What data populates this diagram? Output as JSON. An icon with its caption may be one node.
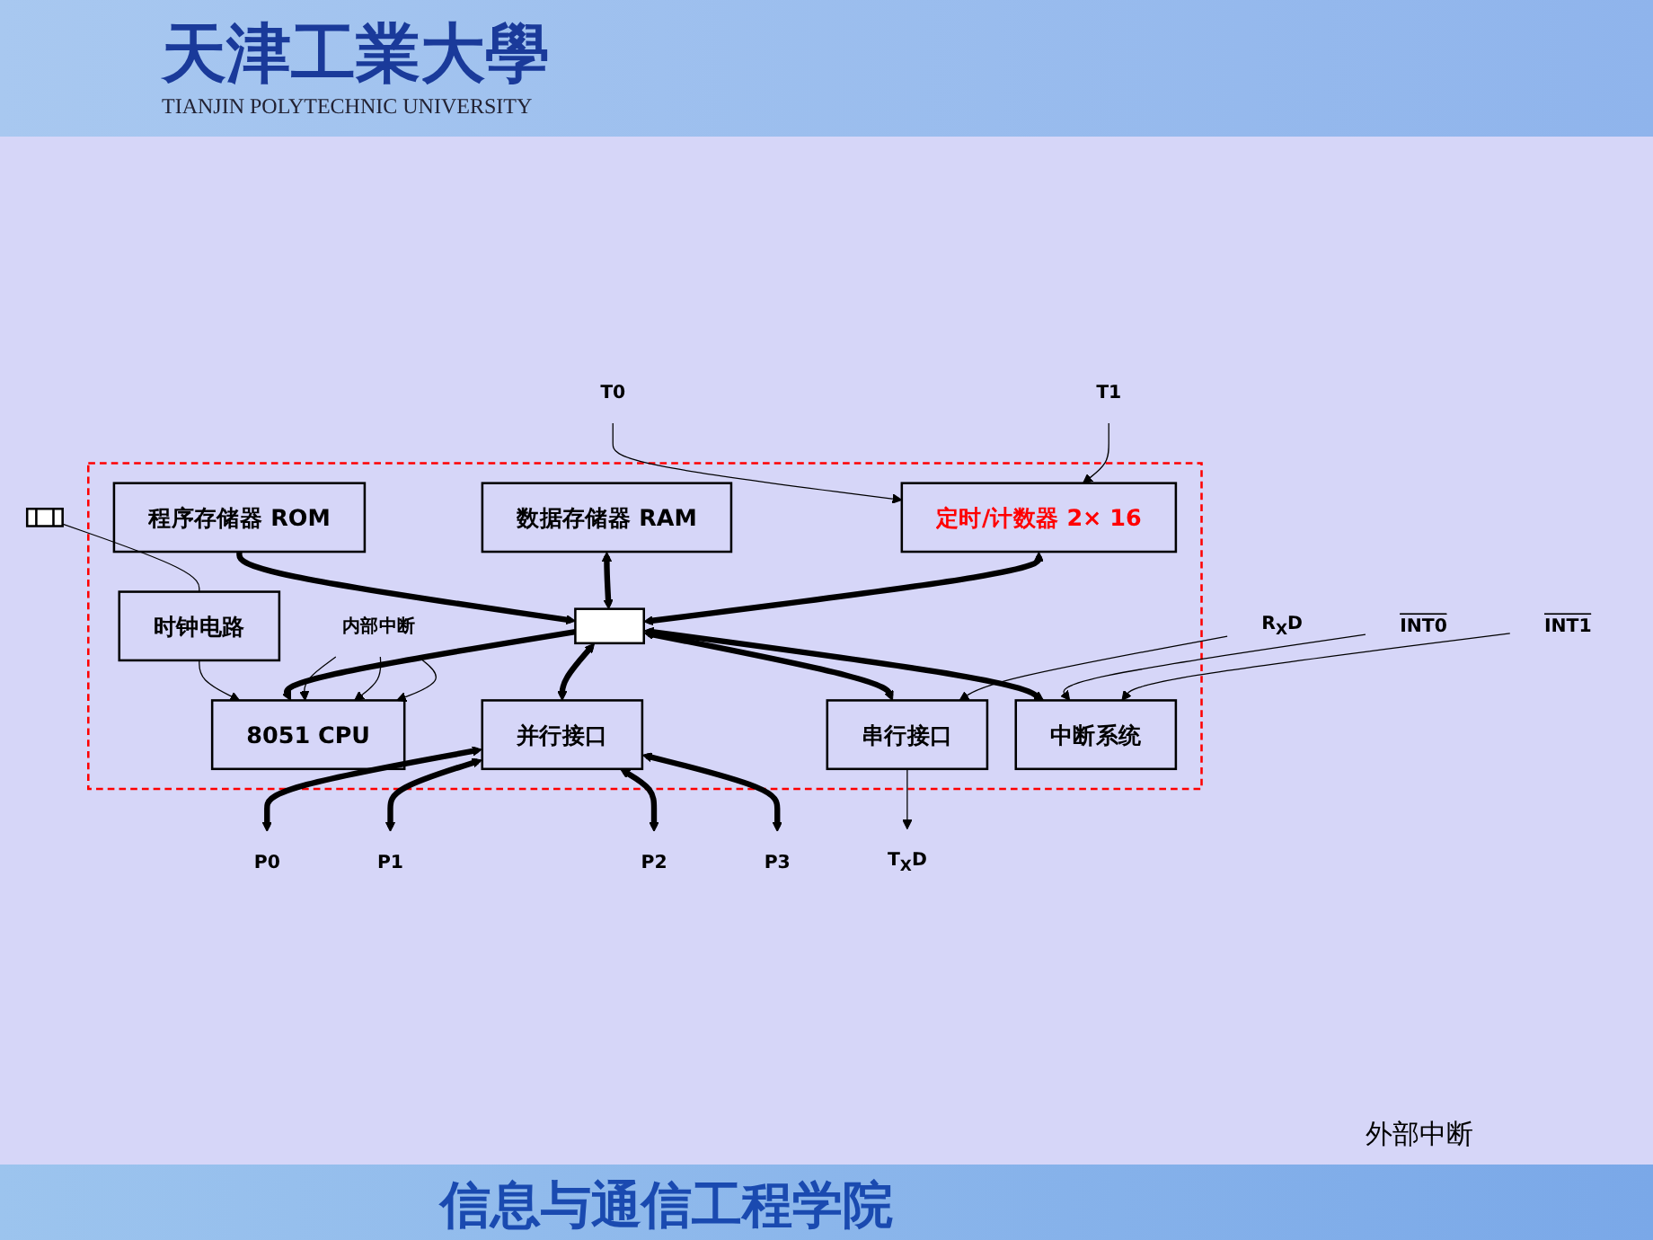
{
  "diagram": {
    "nodes": [
      {
        "text": [],
        "shape": "box"
      },
      {
        "text": [],
        "shape": "crystal"
      },
      {
        "text": [
          "T0"
        ]
      },
      {
        "text": [
          "T1"
        ]
      },
      {
        "text": [
          "时钟电路"
        ],
        "in": 0
      },
      {
        "text": [
          "程序存储器 ROM"
        ],
        "in": 0
      },
      {
        "text": [
          "数据存储器 RAM"
        ],
        "in": 0
      },
      {
        "text": [
          "定时/计数器 2× 16"
        ],
        "in": 0
      },
      {
        "text": [
          "8051 CPU"
        ],
        "in": 0
      },
      {
        "text": [],
        "shape": "bar",
        "in": 0
      },
      {
        "text": [
          "并行接口"
        ],
        "in": 0
      },
      {
        "text": [
          "串行接口"
        ],
        "in": 0
      },
      {
        "text": [
          "中断系统"
        ],
        "in": 0
      },
      {
        "text": [
          "内部中断"
        ],
        "in": 0
      },
      {
        "text": [
          "P0"
        ]
      },
      {
        "text": [
          "P1"
        ]
      },
      {
        "text": [
          "P2"
        ]
      },
      {
        "text": [
          "P3"
        ]
      },
      {
        "text": [
          "T$_{X}$D"
        ]
      },
      {
        "text": [
          "R$_{X}$D"
        ]
      },
      {
        "text": [
          "INT0"
        ]
      },
      {
        "text": [
          "INT1"
        ]
      }
    ],
    "edges": [
      {
        "from": 1,
        "to": 4,
        "arrow": "none"
      },
      {
        "from": 2,
        "to": 7,
        "arrow": "to"
      },
      {
        "from": 3,
        "to": 7,
        "arrow": "to"
      },
      {
        "from": 4,
        "to": 8,
        "arrow": "to"
      },
      {
        "from": 5,
        "to": 9,
        "arrow": "to",
        "style": "thick"
      },
      {
        "from": 6,
        "to": 9,
        "arrow": "both",
        "style": "thick"
      },
      {
        "from": 7,
        "to": 9,
        "arrow": "both",
        "style": "thick"
      },
      {
        "from": 9,
        "to": 8,
        "arrow": "to",
        "style": "thick"
      },
      {
        "from": 9,
        "to": 10,
        "arrow": "both",
        "style": "thick"
      },
      {
        "from": 9,
        "to": 11,
        "arrow": "both",
        "style": "thick"
      },
      {
        "from": 9,
        "to": 12,
        "arrow": "both",
        "style": "thick"
      },
      {
        "from": 13,
        "to": 8,
        "arrow": "to"
      },
      {
        "from": 13,
        "to": 8,
        "arrow": "to"
      },
      {
        "from": 13,
        "to": 8,
        "arrow": "to"
      },
      {
        "from": 10,
        "to": 14,
        "arrow": "both",
        "style": "thick"
      },
      {
        "from": 10,
        "to": 15,
        "arrow": "both",
        "style": "thick"
      },
      {
        "from": 10,
        "to": 16,
        "arrow": "both",
        "style": "thick"
      },
      {
        "from": 10,
        "to": 17,
        "arrow": "both",
        "style": "thick"
      },
      {
        "from": 11,
        "to": 18,
        "arrow": "to"
      },
      {
        "from": 19,
        "to": 11,
        "arrow": "to"
      },
      {
        "from": 20,
        "to": 12,
        "arrow": "to"
      },
      {
        "from": 21,
        "to": 12,
        "arrow": "to"
      }
    ],
    "labels": [
      "天津工業大學",
      "TIANJIN POLYTECHNIC UNIVERSITY",
      "外部中断",
      "信息与通信工程学院"
    ]
  }
}
